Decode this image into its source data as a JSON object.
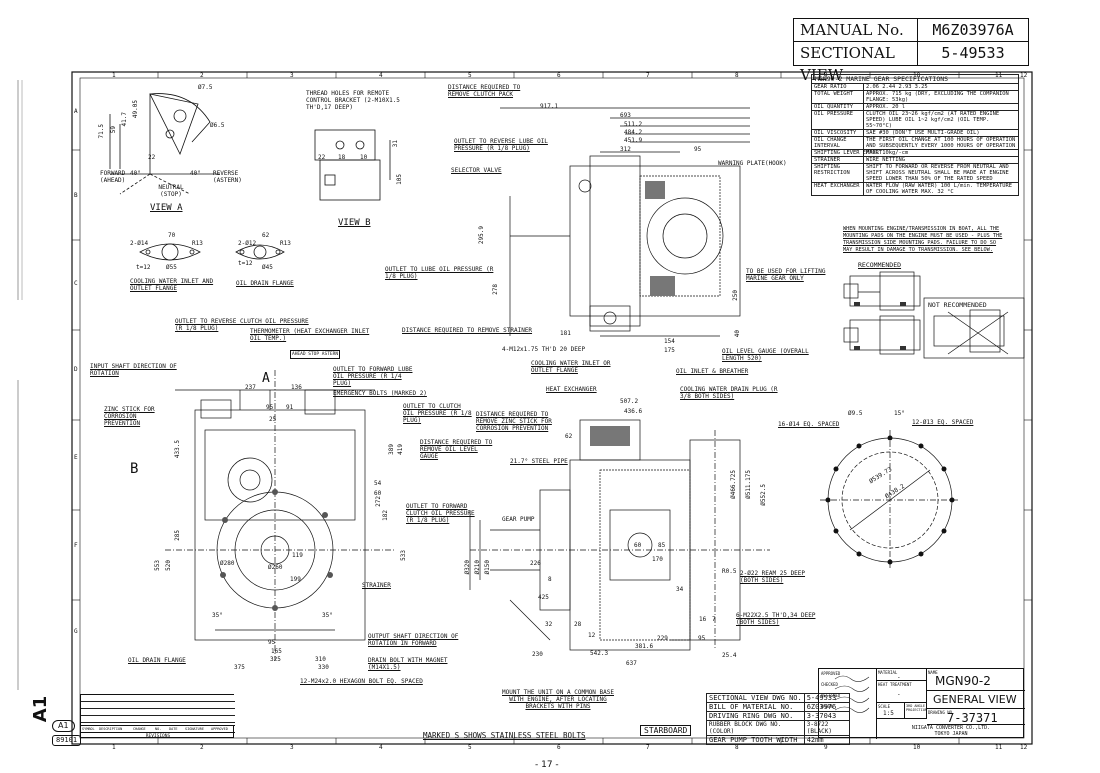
{
  "header": {
    "manual_label": "MANUAL No.",
    "manual_value": "M6Z03976A",
    "section_label": "SECTIONAL VIEW",
    "section_value": "5-49533"
  },
  "grid": {
    "top_numbers": [
      "1",
      "2",
      "3",
      "4",
      "5",
      "6",
      "7",
      "8",
      "9",
      "10",
      "11",
      "12"
    ],
    "bottom_numbers": [
      "1",
      "2",
      "3",
      "4",
      "5",
      "6",
      "7",
      "8",
      "9",
      "10",
      "11",
      "12"
    ],
    "rows": [
      "A",
      "B",
      "C",
      "D",
      "E",
      "F",
      "G"
    ]
  },
  "spec": {
    "title": "MGN90-2   MARINE GEAR SPECIFICATIONS",
    "rows": [
      [
        "GEAR RATIO",
        "2.06  2.44  2.93  3.25"
      ],
      [
        "TOTAL WEIGHT",
        "APPROX. 715 kg (DRY, EXCLUDING THE COMPANION FLANGE: 53kg)"
      ],
      [
        "OIL QUANTITY",
        "APPROX. 20 l"
      ],
      [
        "OIL PRESSURE",
        "CLUTCH OIL  23~26 kgf/cm2 (AT RATED ENGINE SPEED)  LUBE OIL  1~2 kgf/cm2 (OIL TEMP. 55~70°C)"
      ],
      [
        "OIL VISCOSITY",
        "SAE #30 (DON'T USE MULTI-GRADE OIL)"
      ],
      [
        "OIL CHANGE INTERVAL",
        "THE FIRST OIL CHANGE AT 100 HOURS OF OPERATION AND SUBSEQUENTLY EVERY 1000 HOURS OF OPERATION"
      ],
      [
        "SHIFTING LEVER EFFORT",
        "MAX. 10kg/-cm"
      ],
      [
        "STRAINER",
        "WIRE NETTING"
      ],
      [
        "SHIFTING RESTRICTION",
        "SHIFT TO FORWARD OR REVERSE FROM NEUTRAL AND SHIFT ACROSS NEUTRAL SHALL BE MADE AT ENGINE SPEED LOWER THAN 50% OF THE RATED SPEED"
      ],
      [
        "HEAT EXCHANGER",
        "WATER FLOW (RAW WATER)  100 L/min.  TEMPERATURE OF COOLING WATER  MAX. 32 °C"
      ]
    ]
  },
  "mounting_note": {
    "lines": [
      "WHEN MOUNTING ENGINE/TRANSMISSION IN BOAT, ALL THE",
      "MOUNTING PADS ON THE ENGINE MUST BE USED - PLUS THE",
      "TRANSMISSION SIDE MOUNTING PADS. FAILURE TO DO SO",
      "MAY RESULT IN DAMAGE TO TRANSMISSION. SEE BELOW."
    ],
    "recommended": "RECOMMENDED",
    "not_recommended": "NOT RECOMMENDED"
  },
  "view_a": {
    "title": "VIEW A",
    "forward": "FORWARD (AHEAD)",
    "reverse": "REVERSE (ASTERN)",
    "neutral": "NEUTRAL (STOP)",
    "dims": [
      "Ø7.5",
      "Ø6.5",
      "71.5",
      "59",
      "41.7",
      "49.05",
      "22",
      "40°",
      "40°"
    ]
  },
  "view_b": {
    "title": "VIEW B",
    "thread_note": "THREAD HOLES FOR REMOTE CONTROL BRACKET (2-M10X1.5 TH'D,17 DEEP)",
    "dims": [
      "22",
      "18",
      "10",
      "31",
      "105"
    ]
  },
  "flanges": {
    "inlet_title": "COOLING WATER INLET AND OUTLET FLANGE",
    "inlet_dims": [
      "70",
      "2-Ø14",
      "R13",
      "Ø55",
      "t=12"
    ],
    "drain_title": "OIL DRAIN FLANGE",
    "drain_dims": [
      "62",
      "2-Ø12",
      "R13",
      "Ø45",
      "t=12"
    ]
  },
  "top_view": {
    "labels": [
      "DISTANCE REQUIRED TO REMOVE CLUTCH PACK",
      "OUTLET TO REVERSE LUBE OIL PRESSURE (R 1/8 PLUG)",
      "SELECTOR VALVE",
      "WARNING PLATE(HOOK)",
      "OUTLET TO LUBE OIL PRESSURE (R 1/8 PLUG)",
      "TO BE USED FOR LIFTING MARINE GEAR ONLY",
      "DISTANCE REQUIRED TO REMOVE STRAINER",
      "4-M12x1.75 TH'D 20 DEEP",
      "COOLING WATER INLET OR OUTLET FLANGE",
      "OIL LEVEL GAUGE (OVERALL LENGTH 520)",
      "OIL INLET & BREATHER"
    ],
    "dims": [
      "917.1",
      "693",
      "511.2",
      "484.2",
      "451.9",
      "312",
      "95",
      "295.9",
      "278",
      "250",
      "181",
      "154",
      "175",
      "40"
    ]
  },
  "front_view": {
    "labels": [
      "OUTLET TO REVERSE CLUTCH OIL PRESSURE (R 1/8 PLUG)",
      "THERMOMETER (HEAT EXCHANGER INLET OIL TEMP.)",
      "INPUT SHAFT DIRECTION OF ROTATION",
      "OUTLET TO FORWARD LUBE OIL PRESSURE (R 1/4 PLUG)",
      "EMERGENCY BOLTS (MARKED 2)",
      "ZINC STICK FOR CORROSION PREVENTION",
      "OUTLET TO CLUTCH OIL PRESSURE (R 1/8 PLUG)",
      "DISTANCE REQUIRED TO REMOVE ZINC STICK FOR CORROSION PREVENTION",
      "DISTANCE REQUIRED TO REMOVE OIL LEVEL GAUGE",
      "OUTLET TO FORWARD CLUTCH OIL PRESSURE (R 1/8 PLUG)",
      "STRAINER",
      "OUTPUT SHAFT DIRECTION OF ROTATION IN FORWARD",
      "OIL DRAIN FLANGE",
      "DRAIN BOLT WITH MAGNET (M14X1.5)",
      "12-M24x2.0 HEXAGON BOLT EQ. SPACED",
      "AHEAD   STOP  ASTERN",
      "B",
      "A"
    ],
    "dims": [
      "237",
      "136",
      "95",
      "91",
      "25",
      "433.5",
      "419",
      "389",
      "285",
      "272",
      "182",
      "533",
      "553",
      "520",
      "54",
      "60",
      "119",
      "199",
      "95",
      "165",
      "325",
      "375",
      "310",
      "330",
      "Ø260",
      "Ø280",
      "35°",
      "35°"
    ]
  },
  "side_view": {
    "labels": [
      "HEAT EXCHANGER",
      "COOLING WATER DRAIN PLUG (R 3/8 BOTH SIDES)",
      "GEAR PUMP",
      "2-Ø22 REAM 25 DEEP (BOTH SIDES)",
      "6-M22X2.5 TH'D,34 DEEP (BOTH SIDES)",
      "MOUNT THE UNIT ON A COMMON BASE WITH ENGINE, AFTER LOCATING BRACKETS WITH PINS",
      "MARKED S SHOWS STAINLESS STEEL BOLTS",
      "STARBOARD"
    ],
    "dims": [
      "507.2",
      "436.6",
      "62",
      "21.7° STEEL PIPE",
      "226",
      "8",
      "425",
      "32",
      "28",
      "12",
      "542.3",
      "381.6",
      "230",
      "229",
      "95",
      "637",
      "25.4",
      "16",
      "7",
      "R0.5",
      "34",
      "170",
      "85",
      "60",
      "Ø466.725",
      "Ø511.175",
      "Ø552.5",
      "Ø320",
      "Ø210",
      "Ø150"
    ]
  },
  "flange_view": {
    "labels": [
      "16-Ø14 EQ. SPACED",
      "12-Ø13 EQ. SPACED",
      "Ø9.5",
      "15°",
      "Ø438.2",
      "Ø539.73"
    ]
  },
  "bom": {
    "rows": [
      [
        "SECTIONAL VIEW DWG NO.",
        "5-49533"
      ],
      [
        "BILL OF MATERIAL NO.",
        "6Z03976"
      ],
      [
        "DRIVING RING DWG NO.",
        "3-37043"
      ],
      [
        "RUBBER BLOCK DWG NO. (COLOR)",
        "3-8722 (BLACK)"
      ],
      [
        "GEAR PUMP TOOTH WIDTH",
        "42mm"
      ]
    ]
  },
  "title_block": {
    "model": "MGN90-2",
    "title": "GENERAL VIEW",
    "drawing_no": "7-37371",
    "company": "NIIGATA CONVERTER CO.,LTD.",
    "city": "TOKYO JAPAN",
    "scale": "1:5",
    "material": "-",
    "heat": "-",
    "labels": [
      "MATERIAL",
      "NAME",
      "HEAT TREATMENT",
      "DRAWING NO.",
      "SCALE",
      "3RD ANGLE PROJECTION",
      "APPROVED",
      "CHECKED",
      "DESIGNED",
      "DRAWN"
    ]
  },
  "revisions": {
    "title": "REVISIONS",
    "cols": [
      "SYMBOL",
      "DESCRIPTION",
      "CHANGE",
      "NO.",
      "DATE",
      "SIGNATURE",
      "APPROVED"
    ]
  },
  "corner": {
    "a1_big": "A1",
    "a1_small": "A1",
    "code": "89101"
  },
  "page_number": "- 17 -"
}
